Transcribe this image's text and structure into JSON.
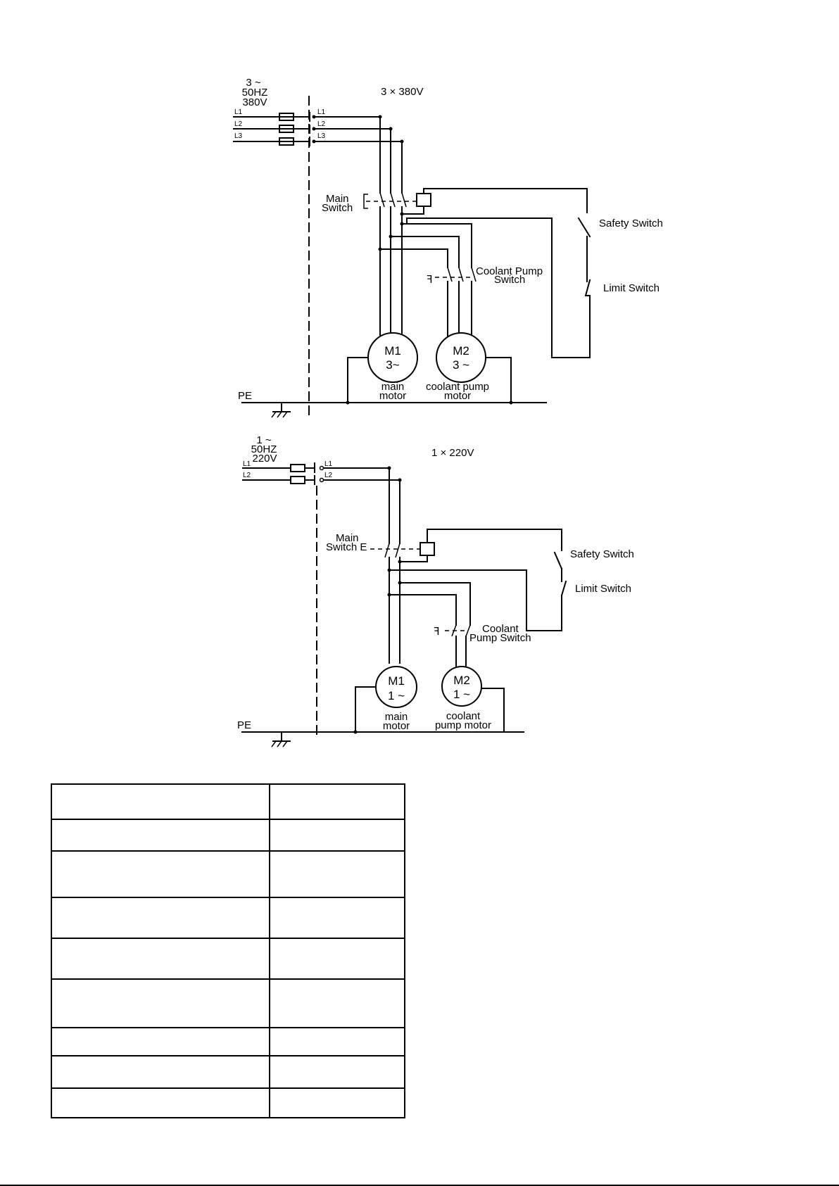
{
  "diagram1": {
    "supply": {
      "phase": "3 ~",
      "freq": "50HZ",
      "voltage": "380V"
    },
    "rating": "3 × 380V",
    "lines": [
      "L1",
      "L2",
      "L3"
    ],
    "main_switch": [
      "Main",
      "Switch"
    ],
    "safety_switch": "Safety Switch",
    "limit_switch": "Limit Switch",
    "coolant_switch": [
      "Coolant Pump",
      "Switch"
    ],
    "motor1": {
      "name": "M1",
      "type": "3~",
      "caption": [
        "main",
        "motor"
      ]
    },
    "motor2": {
      "name": "M2",
      "type": "3 ~",
      "caption": [
        "coolant pump",
        "motor"
      ]
    },
    "pe": "PE"
  },
  "diagram2": {
    "supply": {
      "phase": "1 ~",
      "freq": "50HZ",
      "voltage": "220V"
    },
    "rating": "1 × 220V",
    "lines": [
      "L1",
      "L2"
    ],
    "main_switch": [
      "Main",
      "Switch E"
    ],
    "safety_switch": "Safety Switch",
    "limit_switch": "Limit Switch",
    "coolant_switch": [
      "Coolant",
      "Pump Switch"
    ],
    "motor1": {
      "name": "M1",
      "type": "1 ~",
      "caption": [
        "main",
        "motor"
      ]
    },
    "motor2": {
      "name": "M2",
      "type": "1 ~",
      "caption": [
        "coolant",
        "pump motor"
      ]
    },
    "pe": "PE"
  },
  "table": {
    "rows": [
      [
        "",
        ""
      ],
      [
        "",
        ""
      ],
      [
        "",
        ""
      ],
      [
        "",
        ""
      ],
      [
        "",
        ""
      ],
      [
        "",
        ""
      ],
      [
        "",
        ""
      ],
      [
        "",
        ""
      ],
      [
        "",
        ""
      ]
    ]
  }
}
